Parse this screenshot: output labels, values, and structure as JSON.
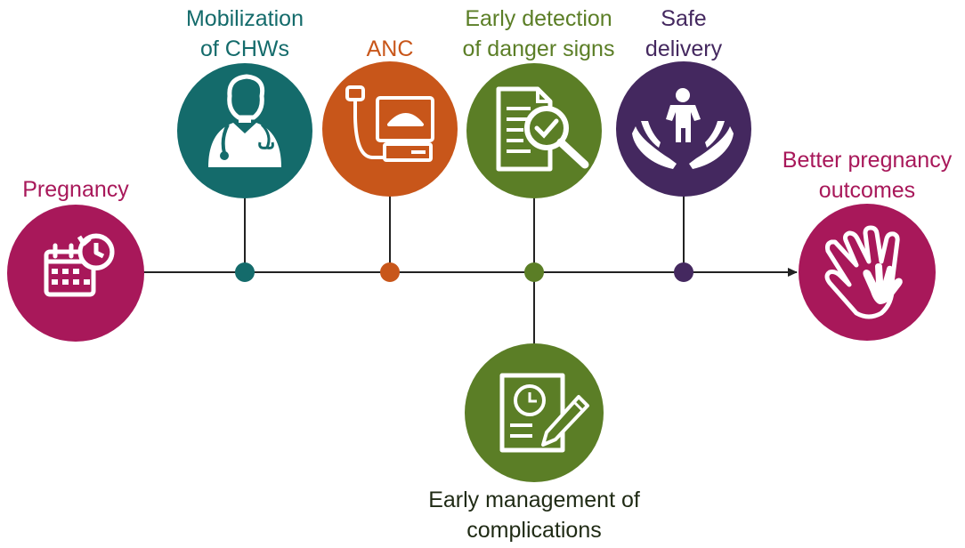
{
  "colors": {
    "pregnancy": "#A8185A",
    "chw": "#146B6B",
    "anc": "#C8561A",
    "detection": "#5B7E26",
    "delivery": "#44285F",
    "outcomes": "#A8185A",
    "management": "#5B7E26",
    "line": "#222222"
  },
  "stages": {
    "pregnancy": {
      "line1": "Pregnancy",
      "icon": "calendar-history-icon"
    },
    "chw": {
      "line1": "Mobilization",
      "line2": "of CHWs",
      "icon": "doctor-stethoscope-icon"
    },
    "anc": {
      "line1": "ANC",
      "icon": "ultrasound-monitor-icon"
    },
    "detection": {
      "line1": "Early detection",
      "line2": "of danger signs",
      "icon": "document-magnifier-check-icon"
    },
    "delivery": {
      "line1": "Safe",
      "line2": "delivery",
      "icon": "hands-holding-child-icon"
    },
    "outcomes": {
      "line1": "Better pregnancy",
      "line2": "outcomes",
      "icon": "adult-child-hands-icon"
    },
    "management": {
      "line1": "Early management of",
      "line2": "complications",
      "icon": "clipboard-clock-pen-icon"
    }
  }
}
